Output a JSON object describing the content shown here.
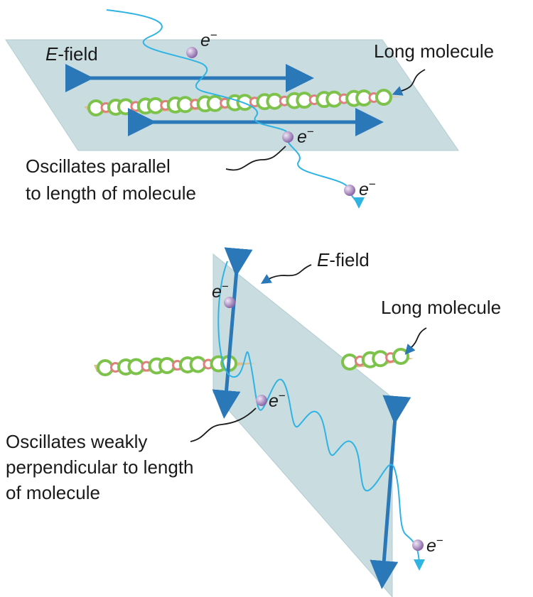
{
  "top_panel": {
    "field_label_italic": "E",
    "field_label_rest": "-field",
    "molecule_label": "Long molecule",
    "caption_line1": "Oscillates parallel",
    "caption_line2": "to length of molecule",
    "electron_symbol": "e",
    "electron_charge": "−"
  },
  "bottom_panel": {
    "field_label_italic": "E",
    "field_label_rest": "-field",
    "molecule_label": "Long molecule",
    "caption_line1": "Oscillates weakly",
    "caption_line2": "perpendicular to length",
    "caption_line3": "of molecule",
    "electron_symbol": "e",
    "electron_charge": "−"
  },
  "colors": {
    "plane": "#c9dde1",
    "plane_edge": "#b4ccd1",
    "field_arrow": "#2a78b8",
    "wave": "#2fb3e3",
    "molecule_band": "#dcc08e",
    "atom_green": "#7dc24b",
    "atom_red": "#e07f7f",
    "electron": "#a887bf",
    "text": "#1a1a1a"
  }
}
